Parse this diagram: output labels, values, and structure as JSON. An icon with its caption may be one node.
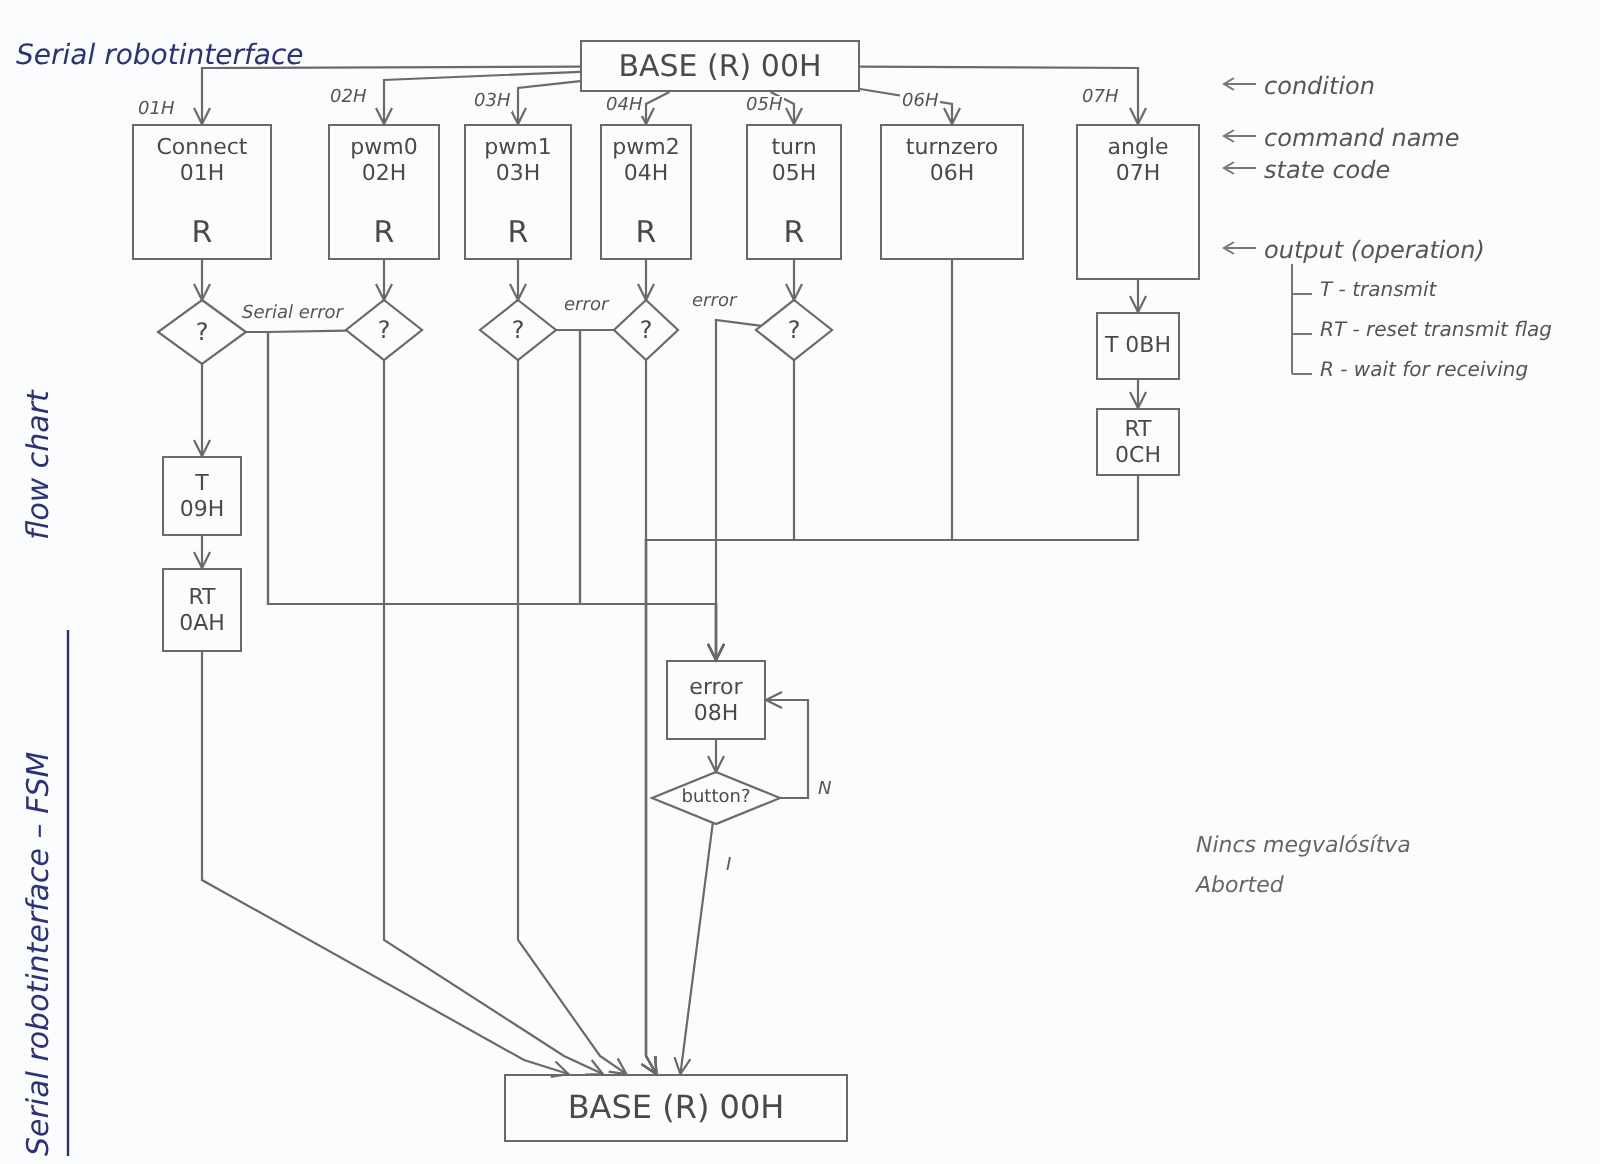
{
  "diagram": {
    "nodes": [
      {
        "text": [
          "BASE (R) 00H"
        ]
      },
      {
        "text": [
          "Connect 01H",
          "R"
        ]
      },
      {
        "text": [
          "pwm0 02H",
          "R"
        ]
      },
      {
        "text": [
          "pwm1 03H",
          "R"
        ]
      },
      {
        "text": [
          "pwm2 04H",
          "R"
        ]
      },
      {
        "text": [
          "turn 05H",
          "R"
        ]
      },
      {
        "text": [
          "turnzero 06H"
        ]
      },
      {
        "text": [
          "angle 07H"
        ]
      },
      {
        "text": [
          "?"
        ]
      },
      {
        "text": [
          "?"
        ]
      },
      {
        "text": [
          "?"
        ]
      },
      {
        "text": [
          "?"
        ]
      },
      {
        "text": [
          "?"
        ]
      },
      {
        "text": [
          "T 09H"
        ]
      },
      {
        "text": [
          "RT 0AH"
        ]
      },
      {
        "text": [
          "T 0BH"
        ]
      },
      {
        "text": [
          "RT 0CH"
        ]
      },
      {
        "text": [
          "error 08H"
        ]
      },
      {
        "text": [
          "button?"
        ]
      },
      {
        "text": [
          "BASE (R) 00H"
        ]
      }
    ],
    "edges": [
      {
        "from": 0,
        "to": 1,
        "arrow": "to",
        "label": "01H"
      },
      {
        "from": 0,
        "to": 2,
        "arrow": "to",
        "label": "02H"
      },
      {
        "from": 0,
        "to": 3,
        "arrow": "to",
        "label": "03H"
      },
      {
        "from": 0,
        "to": 4,
        "arrow": "to",
        "label": "04H"
      },
      {
        "from": 0,
        "to": 5,
        "arrow": "to",
        "label": "05H"
      },
      {
        "from": 0,
        "to": 6,
        "arrow": "to",
        "label": "06H"
      },
      {
        "from": 0,
        "to": 7,
        "arrow": "to",
        "label": "07H"
      },
      {
        "from": 1,
        "to": 8,
        "arrow": "to"
      },
      {
        "from": 2,
        "to": 9,
        "arrow": "to"
      },
      {
        "from": 3,
        "to": 10,
        "arrow": "to"
      },
      {
        "from": 4,
        "to": 11,
        "arrow": "to"
      },
      {
        "from": 5,
        "to": 12,
        "arrow": "to"
      },
      {
        "from": 7,
        "to": 15,
        "arrow": "to"
      },
      {
        "from": 15,
        "to": 16,
        "arrow": "to"
      },
      {
        "from": 8,
        "to": 13,
        "arrow": "to"
      },
      {
        "from": 13,
        "to": 14,
        "arrow": "to"
      },
      {
        "from": 8,
        "to": 17,
        "arrow": "to",
        "label": "Serial error"
      },
      {
        "from": 9,
        "to": 17,
        "arrow": "to"
      },
      {
        "from": 10,
        "to": 17,
        "arrow": "to",
        "label": "error"
      },
      {
        "from": 11,
        "to": 17,
        "arrow": "to"
      },
      {
        "from": 12,
        "to": 17,
        "arrow": "to",
        "label": "error"
      },
      {
        "from": 17,
        "to": 18,
        "arrow": "to"
      },
      {
        "from": 18,
        "to": 17,
        "arrow": "to",
        "label": "N"
      },
      {
        "from": 18,
        "to": 19,
        "arrow": "to",
        "label": "I"
      },
      {
        "from": 14,
        "to": 19,
        "arrow": "to"
      },
      {
        "from": 9,
        "to": 19,
        "arrow": "to"
      },
      {
        "from": 10,
        "to": 19,
        "arrow": "to"
      },
      {
        "from": 11,
        "to": 19,
        "arrow": "to"
      },
      {
        "from": 12,
        "to": 19,
        "arrow": "to"
      },
      {
        "from": 6,
        "to": 19,
        "arrow": "to"
      },
      {
        "from": 16,
        "to": 19,
        "arrow": "to"
      }
    ],
    "labels": [
      "Serial robotinterface",
      "condition",
      "command name",
      "state code",
      "output (operation)",
      "T - transmit",
      "RT - reset transmit flag",
      "R - wait for receiving",
      "Serial robotinterface – FSM",
      "flow chart",
      "Nincs megvalósítva",
      "Aborted"
    ]
  }
}
